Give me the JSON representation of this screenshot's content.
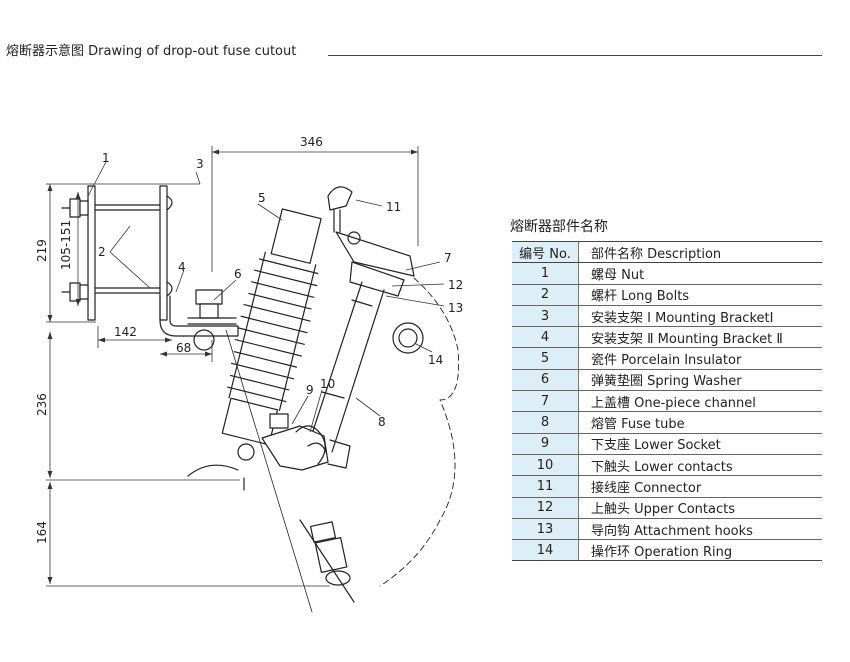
{
  "page": {
    "title": "熔断器示意图 Drawing of drop-out fuse cutout"
  },
  "drawing": {
    "dimensions": [
      "346",
      "219",
      "105-151",
      "142",
      "68",
      "236",
      "164"
    ],
    "callouts": [
      "1",
      "2",
      "3",
      "4",
      "5",
      "6",
      "7",
      "8",
      "9",
      "10",
      "11",
      "12",
      "13",
      "14"
    ]
  },
  "parts": {
    "heading": "熔断器部件名称",
    "header": {
      "no": "编号 No.",
      "desc": "部件名称 Description"
    },
    "rows": [
      {
        "no": "1",
        "desc": "螺母 Nut"
      },
      {
        "no": "2",
        "desc": "螺杆 Long Bolts"
      },
      {
        "no": "3",
        "desc": "安装支架 Ⅰ Mounting BracketⅠ"
      },
      {
        "no": "4",
        "desc": "安装支架 Ⅱ Mounting Bracket Ⅱ"
      },
      {
        "no": "5",
        "desc": "瓷件 Porcelain Insulator"
      },
      {
        "no": "6",
        "desc": "弹簧垫圈 Spring Washer"
      },
      {
        "no": "7",
        "desc": "上盖槽 One-piece channel"
      },
      {
        "no": "8",
        "desc": "熔管 Fuse tube"
      },
      {
        "no": "9",
        "desc": "下支座 Lower Socket"
      },
      {
        "no": "10",
        "desc": "下触头 Lower contacts"
      },
      {
        "no": "11",
        "desc": "接线座 Connector"
      },
      {
        "no": "12",
        "desc": "上触头 Upper Contacts"
      },
      {
        "no": "13",
        "desc": "导向钩 Attachment hooks"
      },
      {
        "no": "14",
        "desc": "操作环 Operation Ring"
      }
    ]
  }
}
